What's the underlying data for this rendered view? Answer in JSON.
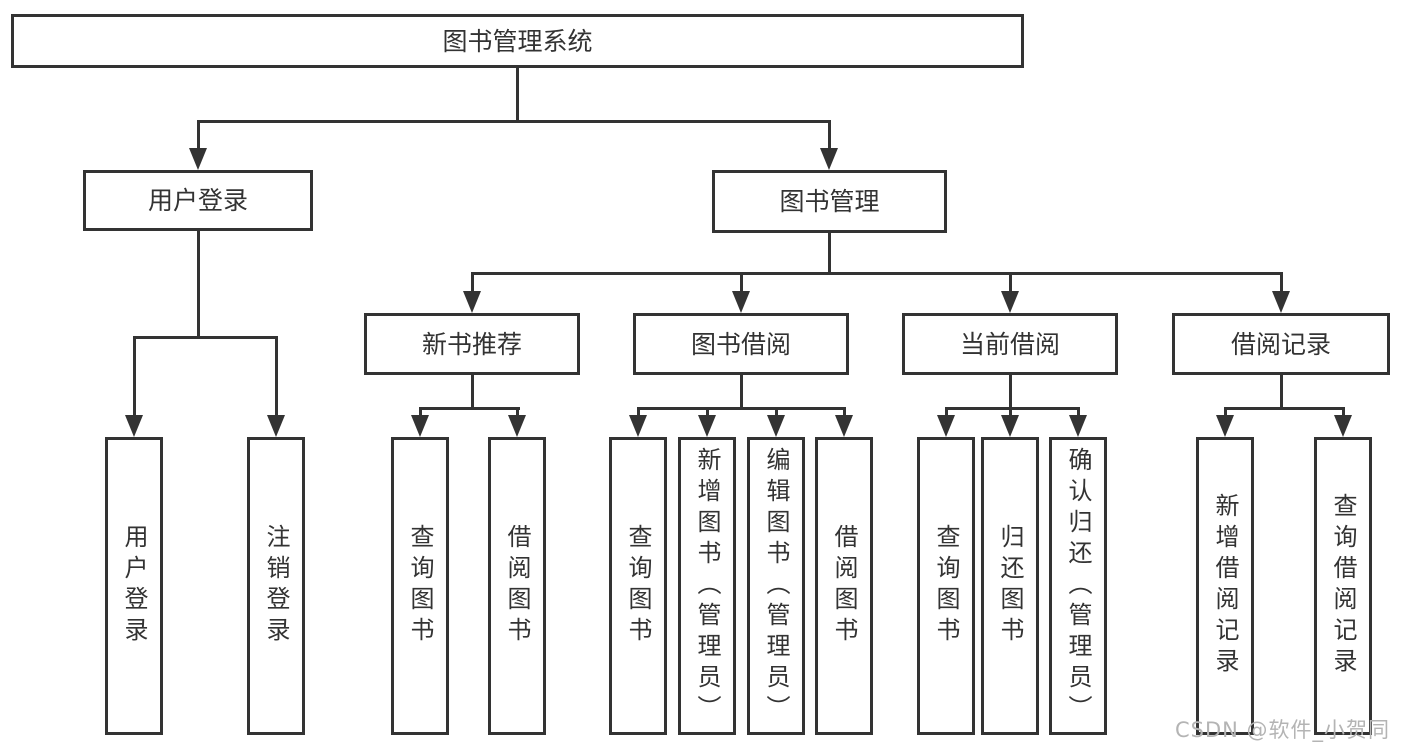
{
  "diagram": {
    "type": "org-tree",
    "root": {
      "label": "图书管理系统"
    },
    "branches": [
      {
        "label": "用户登录",
        "children": [
          "用户登录",
          "注销登录"
        ]
      },
      {
        "label": "图书管理",
        "sections": [
          {
            "label": "新书推荐",
            "children": [
              "查询图书",
              "借阅图书"
            ]
          },
          {
            "label": "图书借阅",
            "children": [
              "查询图书",
              "新增图书（管理员）",
              "编辑图书（管理员）",
              "借阅图书"
            ]
          },
          {
            "label": "当前借阅",
            "children": [
              "查询图书",
              "归还图书",
              "确认归还（管理员）"
            ]
          },
          {
            "label": "借阅记录",
            "children": [
              "新增借阅记录",
              "查询借阅记录"
            ]
          }
        ]
      }
    ],
    "watermark": "CSDN @软件_小贺同学",
    "colors": {
      "line": "#333333",
      "text": "#333333",
      "background": "#ffffff",
      "watermark": "#b4b4b4"
    }
  }
}
